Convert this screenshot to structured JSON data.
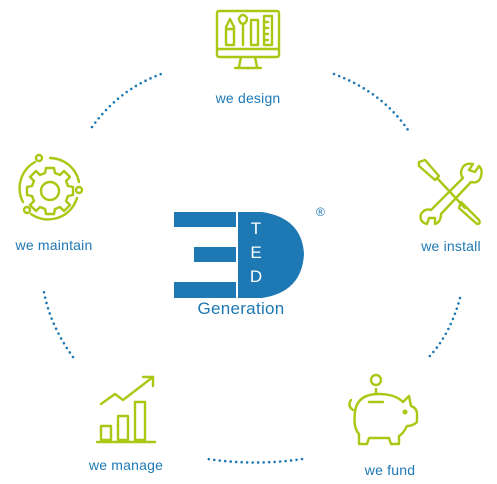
{
  "logo": {
    "letters": [
      "T",
      "E",
      "D"
    ],
    "caption": "Generation",
    "registered": "®"
  },
  "steps": [
    {
      "id": "design",
      "label": "we design",
      "icon": "design-tools-monitor-icon"
    },
    {
      "id": "install",
      "label": "we install",
      "icon": "screwdriver-wrench-icon"
    },
    {
      "id": "fund",
      "label": "we fund",
      "icon": "piggy-bank-icon"
    },
    {
      "id": "manage",
      "label": "we manage",
      "icon": "growth-chart-icon"
    },
    {
      "id": "maintain",
      "label": "we maintain",
      "icon": "gear-icon"
    }
  ],
  "colors": {
    "icon": "#a8c813",
    "text": "#1d78b4",
    "dots": "#1d78b4",
    "logo": "#1d78b4"
  }
}
